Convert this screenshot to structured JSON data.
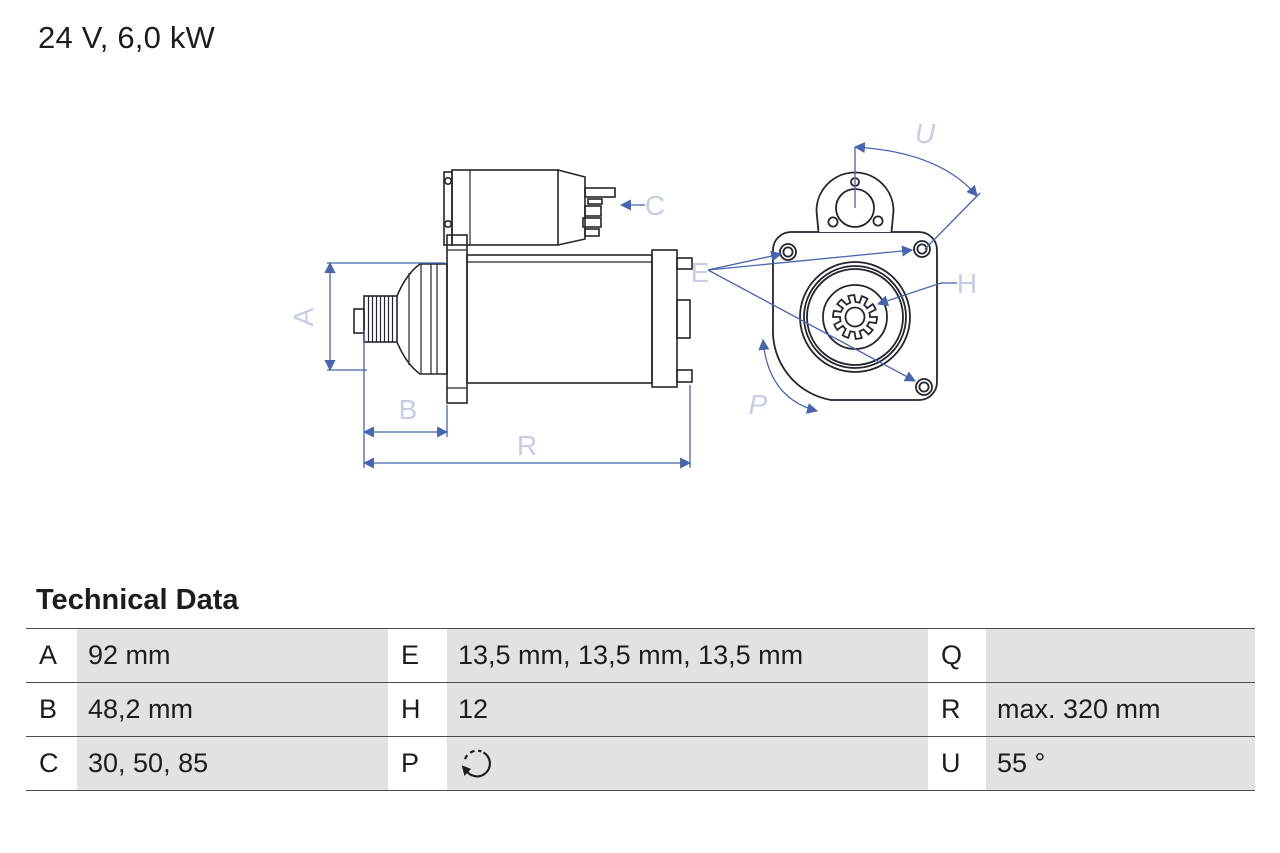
{
  "title": "24 V, 6,0 kW",
  "diagram": {
    "type": "starter-motor technical drawing, side view and mounting-flange front view",
    "outline_color": "#252530",
    "dimension_line_color": "#4565ae",
    "dimension_label_color": "#c6cee6",
    "labels": {
      "A": "A",
      "B": "B",
      "C": "C",
      "E": "E",
      "H": "H",
      "P": "P",
      "R": "R",
      "U": "U"
    }
  },
  "table": {
    "heading": "Technical Data",
    "gray_cell_color": "#e2e2e2",
    "line_color": "#4c4c4a",
    "rows": [
      [
        {
          "k": "A",
          "v": "92 mm"
        },
        {
          "k": "E",
          "v": "13,5 mm, 13,5 mm, 13,5 mm"
        },
        {
          "k": "Q",
          "v": ""
        }
      ],
      [
        {
          "k": "B",
          "v": "48,2 mm"
        },
        {
          "k": "H",
          "v": "12"
        },
        {
          "k": "R",
          "v": "max. 320 mm"
        }
      ],
      [
        {
          "k": "C",
          "v": "30, 50, 85"
        },
        {
          "k": "P",
          "v": "",
          "icon": "rotation-direction-icon"
        },
        {
          "k": "U",
          "v": "55 °"
        }
      ]
    ]
  }
}
